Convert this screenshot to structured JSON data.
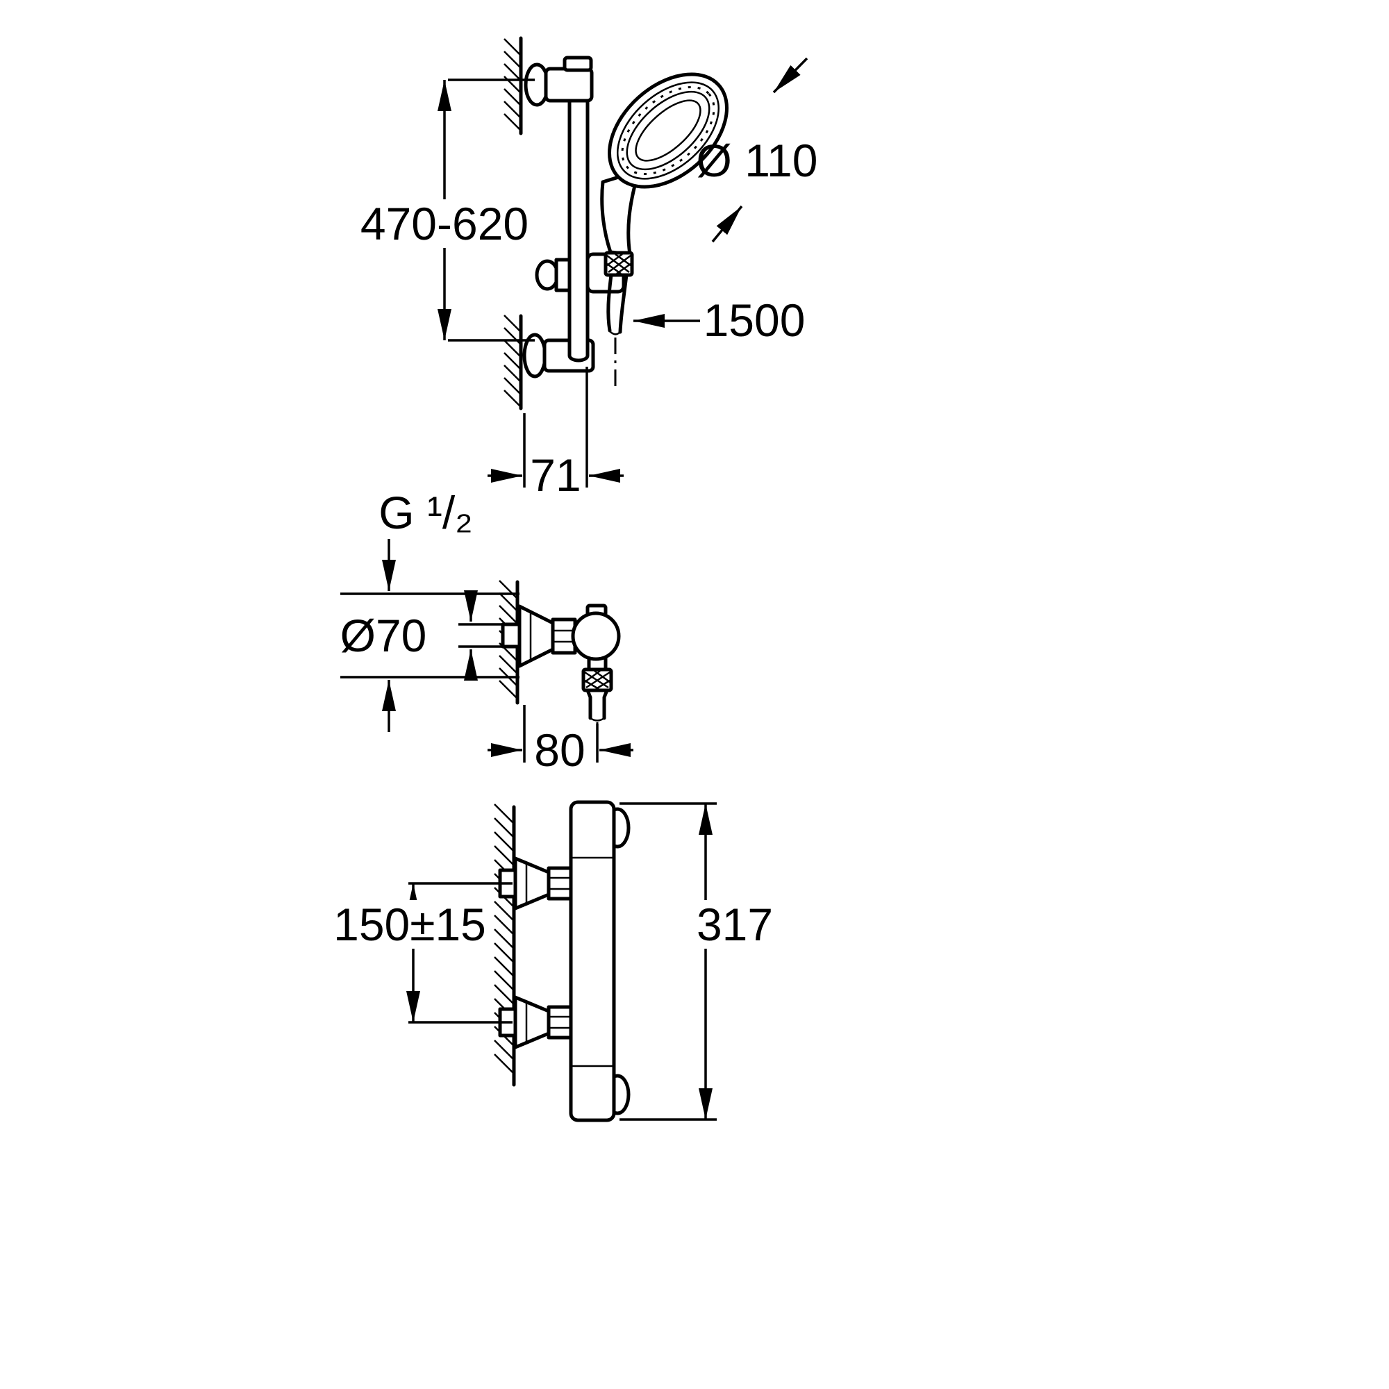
{
  "drawing": {
    "description": "Technical dimensional drawing of a shower set: slide rail with hand shower, wall connection valve, and thermostat mixer",
    "colors": {
      "line": "#000000",
      "background": "#ffffff"
    },
    "dimensions": {
      "rail_height_range": "470-620",
      "head_diameter": "Ø 110",
      "hose_length": "1500",
      "rail_wall_offset": "71",
      "thread_size": "G ¹/₂",
      "escutcheon_diameter": "Ø70",
      "valve_wall_offset": "80",
      "inlet_spacing": "150±15",
      "thermostat_height": "317"
    }
  }
}
